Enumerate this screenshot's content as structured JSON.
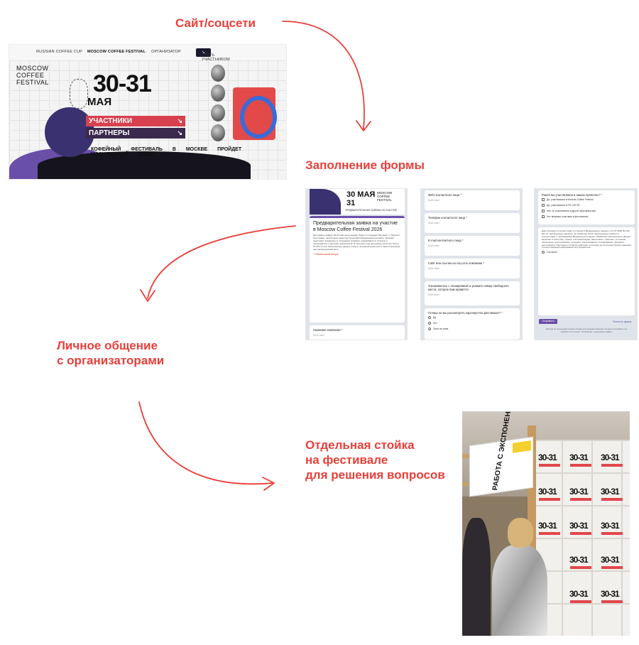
{
  "steps": {
    "s1": "Сайт/соцсети",
    "s2": "Заполнение формы",
    "s3": "Личное общение\nс организаторами",
    "s4": "Отдельная стойка\nна фестивале\nдля решения вопросов"
  },
  "colors": {
    "accent": "#e8403a",
    "form_accent": "#6a4fa8"
  },
  "site": {
    "nav": {
      "item1": "RUSSIAN COFFEE CUP",
      "item2": "MOSCOW COFFEE FESTIVAL",
      "item3": "ОРГАНИЗАТОР",
      "cta": "СТАТЬ УЧАСТНИКОМ"
    },
    "logo": "MOSCOW\nCOFFEE\nFESTIVAL",
    "date": "30-31",
    "month": "МАЯ",
    "btn_participants": "УЧАСТНИКИ",
    "btn_partners": "ПАРТНЕРЫ",
    "ticker": "КОФЕЙНЫЙ ФЕСТИВАЛЬ В МОСКВЕ ПРОЙДЕТ МАСШТАБНЫЙ КОФЕ"
  },
  "form": {
    "header_date": "30 МАЯ\n31",
    "header_logo": "MOSCOW\nCOFFEE\nFESTIVAL",
    "header_sub": "ПРЕДВАРИТЕЛЬНАЯ ЗАЯВКА НА УЧАСТИЕ",
    "title": "Предварительная заявка на участие в Moscow Coffee Festival 2026",
    "body": "Фестиваль пройдет 30-31 мая на площадке. Будет 2 площадки \"Беговая\" и \"Перекос\" (котлованы, палаточные закрытые большими временными шатрами). Целевая аудитория: владельцы и сотрудники кофейни, шефы/бариста, блогеры и обозреватели, участники чемпионатов. В прошлом году фестиваль посетило более 26 000 гостей. Заполненные данные помогут организаторам учесть ваши пожелания при распределении мест.",
    "required_note": "* Обязательный вопрос",
    "q_company": "Название компании *",
    "q_contact_name": "ФИО контактного лица *",
    "q_contact_phone": "Телефон контактного лица *",
    "q_contact_email": "E-mail контактного лица *",
    "q_site": "Сайт или ссылка на соц.сеть компании *",
    "q_placement": "Ознакомьтесь с планировкой и укажите номер свободного места, которое вам нравится",
    "q_partnership": "Готовы ли вы рассмотреть партнерство фестиваля? *",
    "answer_placeholder": "Мой ответ",
    "opt_yes": "Да",
    "opt_no": "Нет",
    "opt_later": "Пока не знаю",
    "q_previous": "Ранее вы участвовали в наших проектах? *",
    "opt_prev1": "Да, участвовали в Moscow Coffee Festival",
    "opt_prev2": "Да, участвовали в РФ СКТ/ГЕ",
    "opt_prev3": "Нет, не участвовали в других мероприятиях",
    "opt_prev4": "Нет впервые участвую в фестивалях",
    "consent_text": "Даю согласие в соответствии со статьей 9 Федерального закона от 27.07.2006 № 152-ФЗ «О персональных данных» на обработку своих персональных данных в соответствии с требованиями Федерального закона. Обработка персональных данных включает в себя сбор, запись, систематизацию, накопление, хранение, уточнение, извлечение, использование, передачу, обезличивание, блокирование, удаление, уничтожение. Настоящее согласие действует на период до истечения сроков хранения соответствующей информации или документов.",
    "opt_agree": "Согласен",
    "submit": "Отправить",
    "clear": "Очистить форму",
    "footer": "Никогда не используйте формы Google для передачи паролей. Google не создавал и не одобрял этот контент. Сообщение о нарушении правил."
  },
  "photo": {
    "sign": "РАБОТА\nС ЭКСПОНЕНТАМИ",
    "poster_date": "30-31"
  }
}
